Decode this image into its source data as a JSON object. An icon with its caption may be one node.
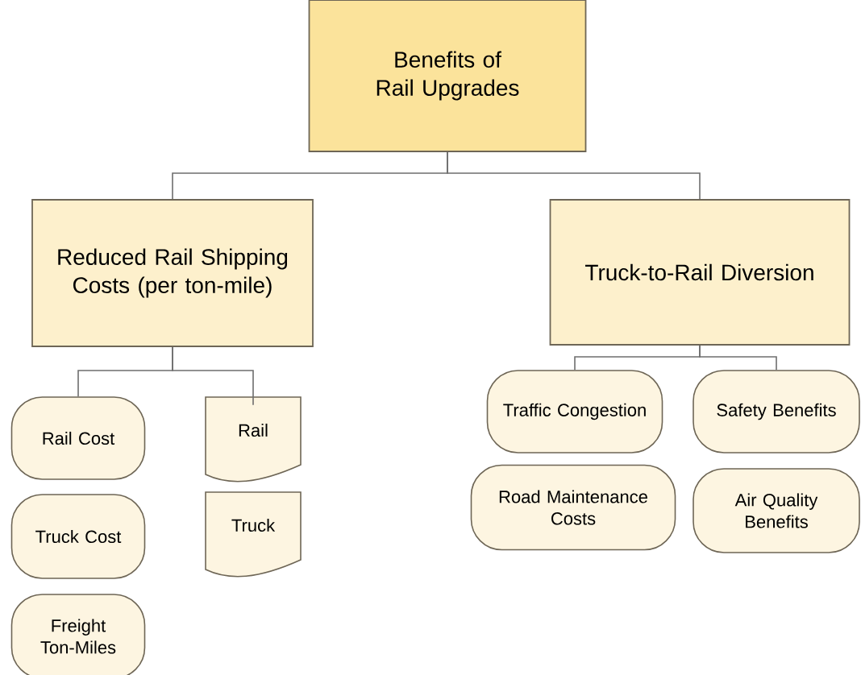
{
  "diagram": {
    "nodes": [
      {
        "text": [
          "Benefits of Rail Upgrades"
        ]
      },
      {
        "text": [
          "Reduced Rail Shipping Costs (per ton-mile)"
        ]
      },
      {
        "text": [
          "Truck-to-Rail Diversion"
        ]
      },
      {
        "text": [
          "Rail Cost"
        ]
      },
      {
        "text": [
          "Rail"
        ]
      },
      {
        "text": [
          "Truck Cost"
        ]
      },
      {
        "text": [
          "Truck"
        ]
      },
      {
        "text": [
          "Freight Ton-Miles"
        ]
      },
      {
        "text": [
          "Traffic Congestion"
        ]
      },
      {
        "text": [
          "Safety Benefits"
        ]
      },
      {
        "text": [
          "Road Maintenance Costs"
        ]
      },
      {
        "text": [
          "Air Quality Benefits"
        ]
      }
    ],
    "edges": [
      {
        "from": 0,
        "to": 1,
        "arrow": "none"
      },
      {
        "from": 0,
        "to": 2,
        "arrow": "none"
      },
      {
        "from": 1,
        "to": 3,
        "arrow": "none"
      },
      {
        "from": 1,
        "to": 4,
        "arrow": "none"
      },
      {
        "from": 2,
        "to": 8,
        "arrow": "none"
      },
      {
        "from": 2,
        "to": 9,
        "arrow": "none"
      }
    ]
  }
}
